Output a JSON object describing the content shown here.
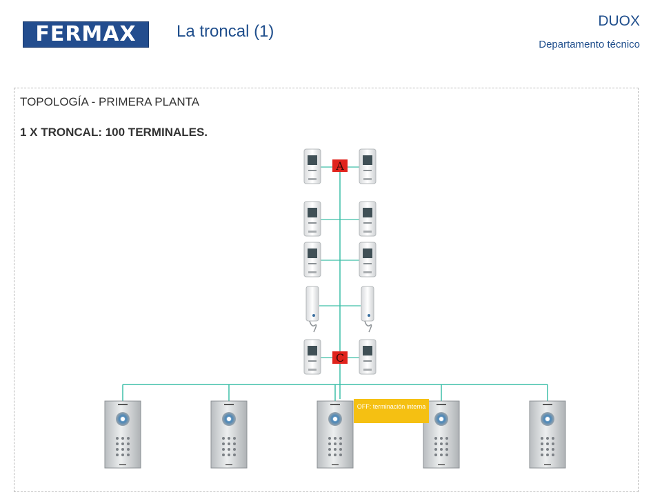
{
  "header": {
    "logo_text": "FERMAX",
    "title": "La troncal (1)",
    "system": "DUOX",
    "department": "Departamento técnico"
  },
  "content": {
    "heading": "TOPOLOGÍA - PRIMERA PLANTA",
    "subheading": "1 X TRONCAL: 100 TERMINALES."
  },
  "diagram": {
    "distributors": [
      {
        "label": "A"
      },
      {
        "label": "C"
      }
    ],
    "terminal_rows": [
      {
        "type": "monitor"
      },
      {
        "type": "monitor"
      },
      {
        "type": "monitor"
      },
      {
        "type": "telephone"
      },
      {
        "type": "monitor"
      }
    ],
    "entrance_panel_count": 5,
    "note": "OFF: terminación interna",
    "colors": {
      "wire": "#3dbfa8",
      "distributor": "#e0231c",
      "note_bg": "#f5c012",
      "brand": "#234d8e"
    }
  }
}
